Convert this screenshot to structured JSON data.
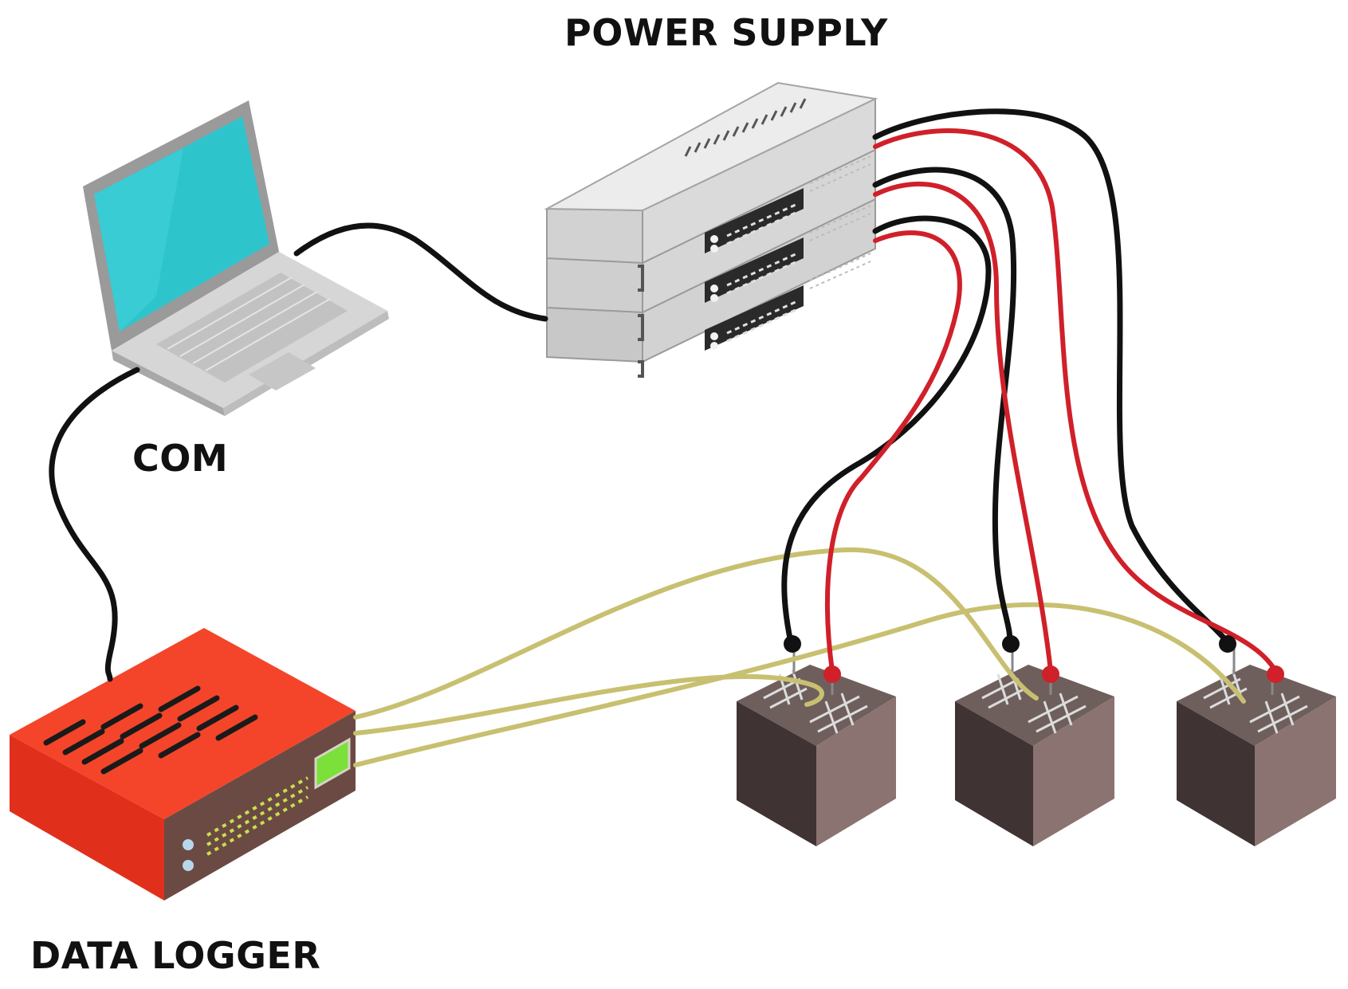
{
  "labels": {
    "power_supply": "POWER SUPPLY",
    "com": "COM",
    "data_logger": "DATA LOGGER"
  },
  "colors": {
    "cable_black": "#111111",
    "cable_red": "#d0202a",
    "cable_sensor": "#c8c070",
    "laptop_screen": "#2ec4cc",
    "laptop_body": "#d8d8d8",
    "psu_body": "#e6e6e6",
    "logger_body": "#f4452a",
    "logger_display": "#7be03a",
    "specimen_top": "#6e5f5d",
    "specimen_left": "#3f3333",
    "specimen_right": "#8a7370",
    "rebar_mesh": "#dcdcdc"
  },
  "icons": [
    "laptop-icon",
    "power-supply-rack-icon",
    "data-logger-icon",
    "concrete-specimen-icon"
  ]
}
